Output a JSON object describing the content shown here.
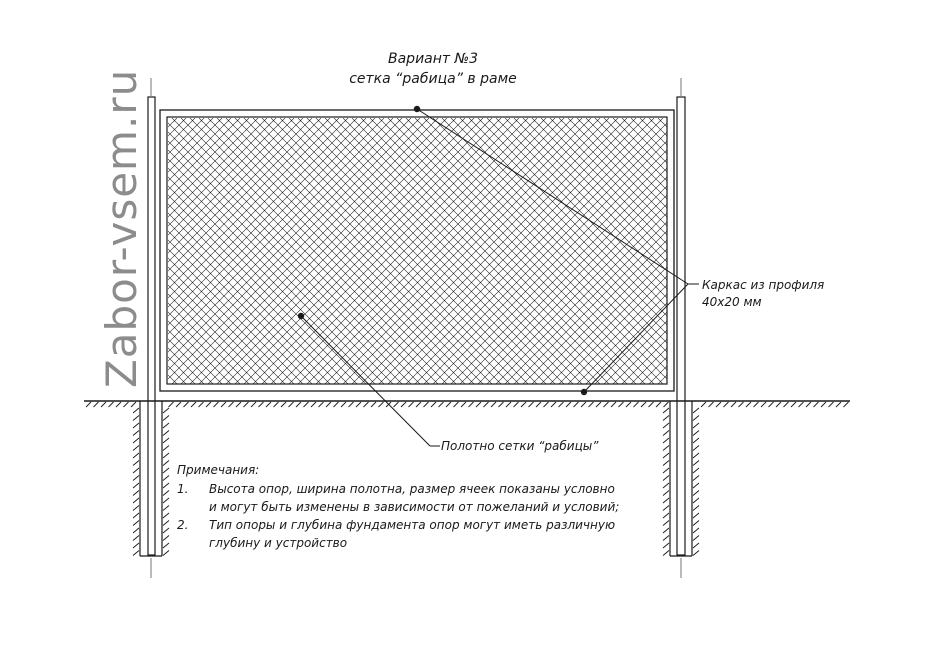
{
  "title": {
    "line1": "Вариант №3",
    "line2": "сетка “рабица” в раме"
  },
  "watermark": "Zabor-vsem.ru",
  "callouts": {
    "frame": {
      "line1": "Каркас из профиля",
      "line2": "40х20 мм"
    },
    "mesh": "Полотно сетки “рабицы”"
  },
  "notes": {
    "heading": "Примечания:",
    "items": [
      {
        "num": "1.",
        "line1": "Высота опор, ширина полотна, размер ячеек показаны условно",
        "line2": "и могут быть изменены в зависимости от пожеланий и условий;"
      },
      {
        "num": "2.",
        "line1": "Тип опоры и глубина фундамента опор могут иметь различную",
        "line2": "глубину и устройство"
      }
    ]
  },
  "colors": {
    "line": "#1a1a1a",
    "watermark": "#8c8c8c",
    "background": "#ffffff"
  }
}
